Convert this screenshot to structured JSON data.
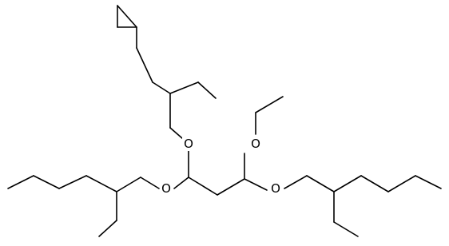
{
  "molecule": {
    "atoms": {
      "o_top": "O",
      "o_left": "O",
      "o_ethoxy": "O",
      "o_right": "O"
    },
    "colors": {
      "bond": "#000000",
      "background": "#ffffff"
    }
  }
}
